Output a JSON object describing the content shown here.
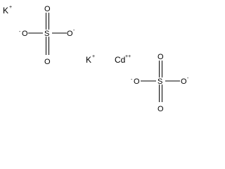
{
  "ions": {
    "k1": {
      "symbol": "K",
      "charge": "+"
    },
    "k2": {
      "symbol": "K",
      "charge": "+"
    },
    "cd": {
      "symbol": "Cd",
      "charge": "++"
    }
  },
  "sulfates": [
    {
      "top_o": "O",
      "left_o": "O",
      "left_charge": "-",
      "s": "S",
      "right_o": "O",
      "right_charge": "-",
      "bottom_o": "O"
    },
    {
      "top_o": "O",
      "left_o": "O",
      "left_charge": "-",
      "s": "S",
      "right_o": "O",
      "right_charge": "-",
      "bottom_o": "O"
    }
  ]
}
